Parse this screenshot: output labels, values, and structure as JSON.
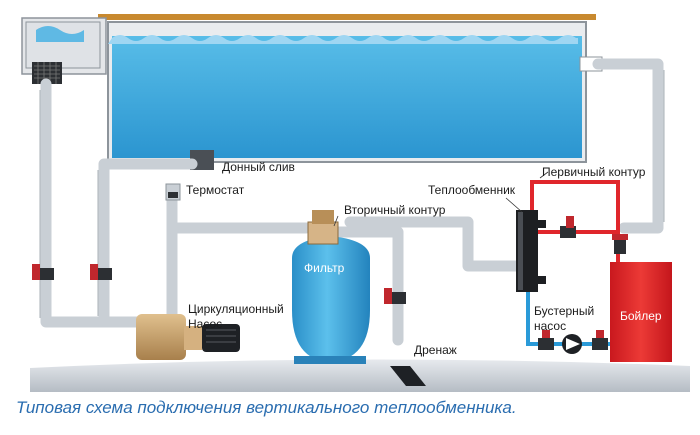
{
  "labels": {
    "bottom_drain": "Донный слив",
    "thermostat": "Термостат",
    "heat_exchanger": "Теплообменник",
    "primary_circuit": "Первичный контур",
    "secondary_circuit": "Вторичный контур",
    "filter": "Фильтр",
    "circulation_pump_line1": "Циркуляционный",
    "circulation_pump_line2": "Насос",
    "booster_pump_line1": "Бустерный",
    "booster_pump_line2": "насос",
    "boiler": "Бойлер",
    "drainage": "Дренаж"
  },
  "caption": "Типовая схема подключения вертикального теплообменника.",
  "colors": {
    "water": "#3ea6de",
    "pipe": "#c9cfd5",
    "hot_pipe": "#e0262b",
    "cold_pipe": "#2a9ad8",
    "boiler": "#e0262b",
    "filter": "#3aa7dc",
    "pump": "#c9a26c",
    "valve": "#c0272d",
    "caption": "#2a6db0"
  }
}
